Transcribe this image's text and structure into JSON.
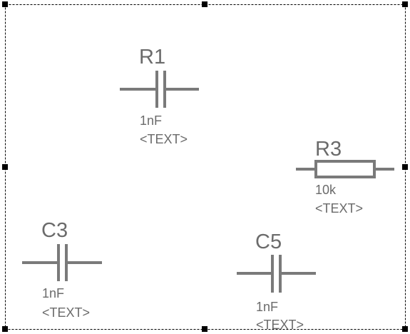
{
  "components": [
    {
      "id": "r1",
      "symbol": "capacitor",
      "designator": "R1",
      "value": "1nF",
      "text": "<TEXT>"
    },
    {
      "id": "r3",
      "symbol": "resistor",
      "designator": "R3",
      "value": "10k",
      "text": "<TEXT>"
    },
    {
      "id": "c3",
      "symbol": "capacitor",
      "designator": "C3",
      "value": "1nF",
      "text": "<TEXT>"
    },
    {
      "id": "c5",
      "symbol": "capacitor",
      "designator": "C5",
      "value": "1nF",
      "text": "<TEXT>"
    }
  ],
  "colors": {
    "symbol": "#7a7a7a",
    "label": "#6b6b6b",
    "selection": "#000000"
  }
}
